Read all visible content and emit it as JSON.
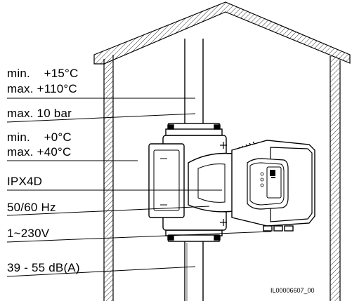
{
  "specs": {
    "fluid_temp_min": "min.    +15°C",
    "fluid_temp_max": "max. +110°C",
    "pressure_max": "max. 10 bar",
    "ambient_temp_min": "min.    +0°C",
    "ambient_temp_max": "max. +40°C",
    "protection_class": "IPX4D",
    "frequency": "50/60 Hz",
    "voltage": "1~230V",
    "noise_level": "39 - 55 dB(A)"
  },
  "reference_code": "IL00006607_00"
}
